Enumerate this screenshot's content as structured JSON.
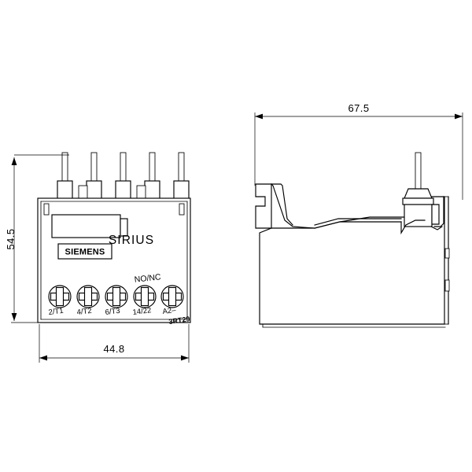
{
  "drawing": {
    "title": "SIRIUS 3RT29 dimension drawing",
    "background_color": "#ffffff",
    "line_color": "#000000",
    "units": "mm"
  },
  "front_view": {
    "name": "front-view",
    "brand_text": "SIRIUS",
    "manufacturer_text": "SIEMENS",
    "contact_group_label": "NO/NC",
    "type_code": "3RT29",
    "terminals": [
      {
        "label": "2/T1"
      },
      {
        "label": "4/T2"
      },
      {
        "label": "6/T3"
      },
      {
        "label": "14/22"
      },
      {
        "label": "A2–"
      }
    ],
    "pin_count": 5,
    "dimensions": {
      "height": {
        "value": "54.5",
        "orientation": "vertical"
      },
      "width": {
        "value": "44.8",
        "orientation": "horizontal"
      }
    }
  },
  "side_view": {
    "name": "side-view",
    "dimensions": {
      "depth": {
        "value": "67.5",
        "orientation": "horizontal"
      }
    }
  }
}
